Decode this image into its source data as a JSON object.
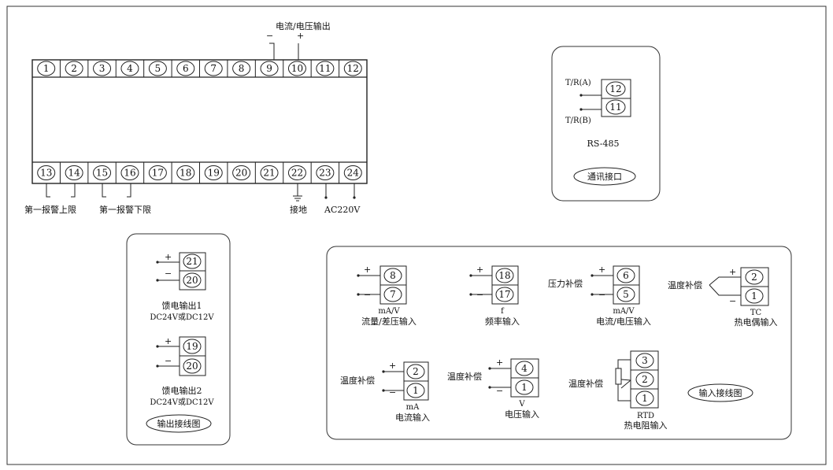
{
  "terminals_top": [
    "1",
    "2",
    "3",
    "4",
    "5",
    "6",
    "7",
    "8",
    "9",
    "10",
    "11",
    "12"
  ],
  "terminals_bottom": [
    "13",
    "14",
    "15",
    "16",
    "17",
    "18",
    "19",
    "20",
    "21",
    "22",
    "23",
    "24"
  ],
  "top_labels": {
    "output": "电流/电压输出",
    "minus": "−",
    "plus": "+"
  },
  "bottom_labels": {
    "alarm1": "第一报警上限",
    "alarm2": "第一报警下限",
    "ground": "接地",
    "power": "AC220V"
  },
  "comm": {
    "a_label": "T/R(A)",
    "b_label": "T/R(B)",
    "t1": "12",
    "t2": "11",
    "protocol": "RS-485",
    "title": "通讯接口"
  },
  "output_panel": {
    "title": "输出接线图",
    "feed1": {
      "t1": "21",
      "t2": "20",
      "name": "馈电输出1",
      "volt": "DC24V或DC12V"
    },
    "feed2": {
      "t1": "19",
      "t2": "20",
      "name": "馈电输出2",
      "volt": "DC24V或DC12V"
    }
  },
  "input_panel": {
    "title": "输入接线图",
    "plus": "+",
    "minus": "−",
    "comp_label": "温度补偿",
    "pressure_comp": "压力补偿",
    "flow": {
      "t1": "8",
      "t2": "7",
      "unit": "mA/V",
      "name": "流量/差压输入"
    },
    "freq": {
      "t1": "18",
      "t2": "17",
      "unit": "f",
      "name": "频率输入"
    },
    "pressure": {
      "t1": "6",
      "t2": "5",
      "unit": "mA/V",
      "name": "电流/电压输入"
    },
    "tc": {
      "t1": "2",
      "t2": "1",
      "unit": "TC",
      "name": "热电偶输入"
    },
    "ma": {
      "t1": "2",
      "t2": "1",
      "unit": "mA",
      "name": "电流输入"
    },
    "v": {
      "t1": "4",
      "t2": "1",
      "unit": "V",
      "name": "电压输入"
    },
    "rtd": {
      "t1": "3",
      "t2": "2",
      "t3": "1",
      "unit": "RTD",
      "name": "热电阻输入"
    }
  }
}
